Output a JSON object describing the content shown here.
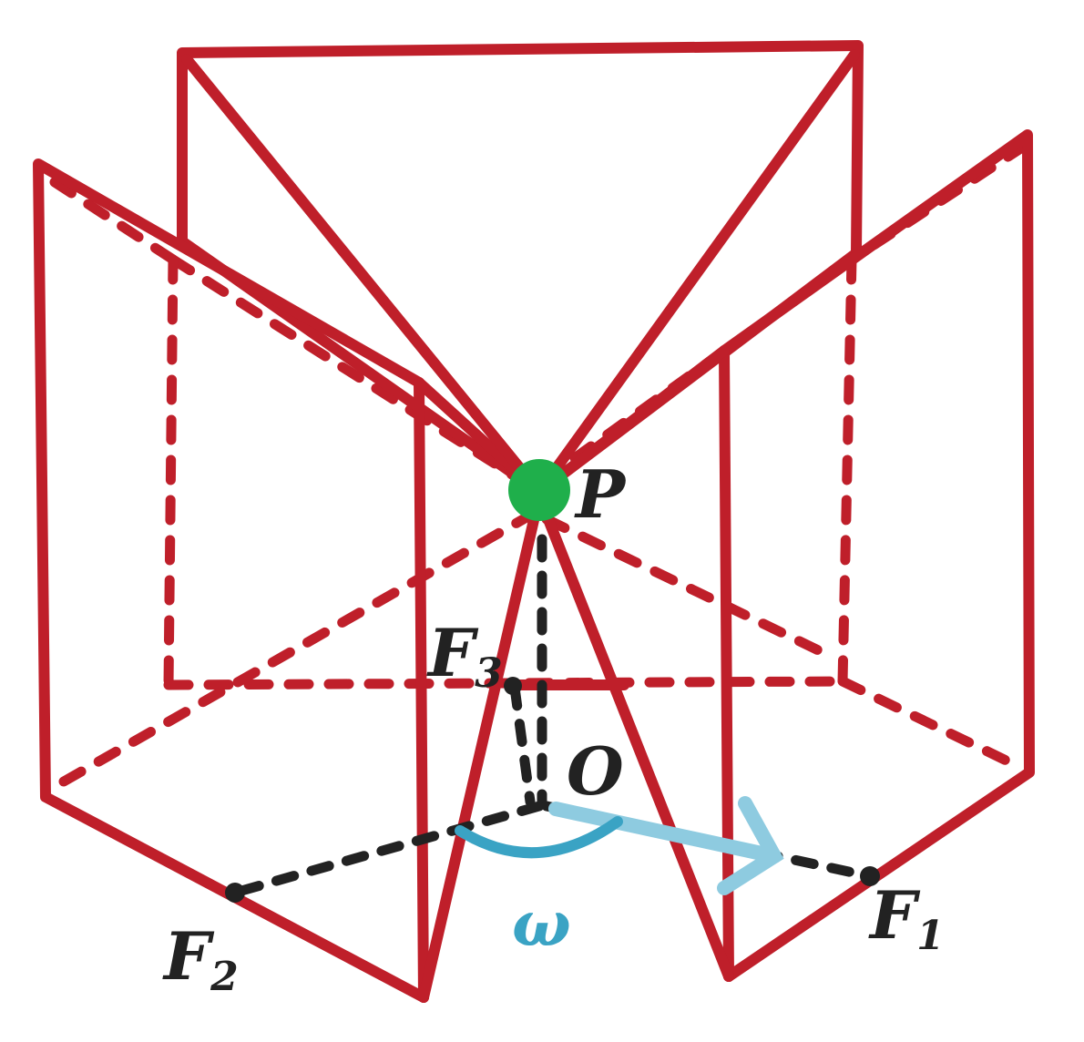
{
  "colors": {
    "frame": "#bf1f2a",
    "black": "#222222",
    "point": "#1faf4b",
    "arc": "#3aa3c4",
    "arrow": "#8ecbe0"
  },
  "labels": {
    "P": "P",
    "F3_main": "F",
    "F3_sub": "3",
    "O": "O",
    "F2_main": "F",
    "F2_sub": "2",
    "F1_main": "F",
    "F1_sub": "1",
    "omega": "ω"
  }
}
